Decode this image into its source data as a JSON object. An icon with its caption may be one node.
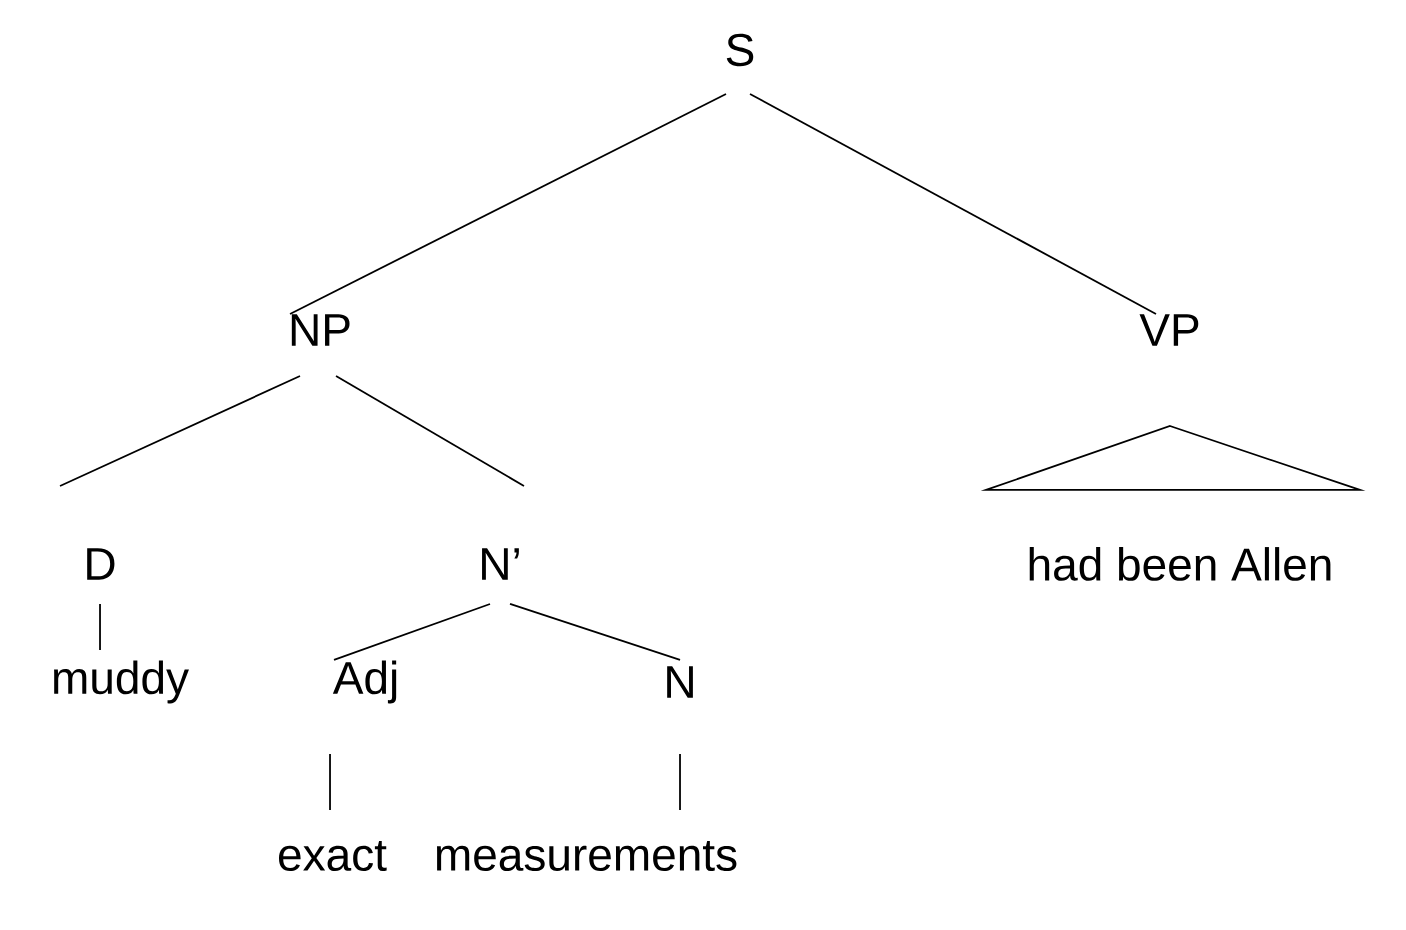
{
  "diagram": {
    "nodes": [
      {
        "text": [
          "S"
        ]
      },
      {
        "text": [
          "NP"
        ]
      },
      {
        "text": [
          "VP"
        ]
      },
      {
        "text": [
          "D"
        ]
      },
      {
        "text": [
          "N’"
        ]
      },
      {
        "text": [
          "had been Allen"
        ]
      },
      {
        "text": [
          "muddy"
        ]
      },
      {
        "text": [
          "Adj"
        ]
      },
      {
        "text": [
          "N"
        ]
      },
      {
        "text": [
          "exact"
        ]
      },
      {
        "text": [
          "measurements"
        ]
      }
    ],
    "edges": [
      {
        "from": 0,
        "to": 1,
        "arrow": "none"
      },
      {
        "from": 0,
        "to": 2,
        "arrow": "none"
      },
      {
        "from": 1,
        "to": 3,
        "arrow": "none"
      },
      {
        "from": 1,
        "to": 4,
        "arrow": "none"
      },
      {
        "from": 2,
        "to": 5,
        "arrow": "none"
      },
      {
        "from": 3,
        "to": 6,
        "arrow": "none"
      },
      {
        "from": 4,
        "to": 7,
        "arrow": "none"
      },
      {
        "from": 4,
        "to": 8,
        "arrow": "none"
      },
      {
        "from": 7,
        "to": 9,
        "arrow": "none"
      },
      {
        "from": 8,
        "to": 10,
        "arrow": "none"
      }
    ]
  }
}
